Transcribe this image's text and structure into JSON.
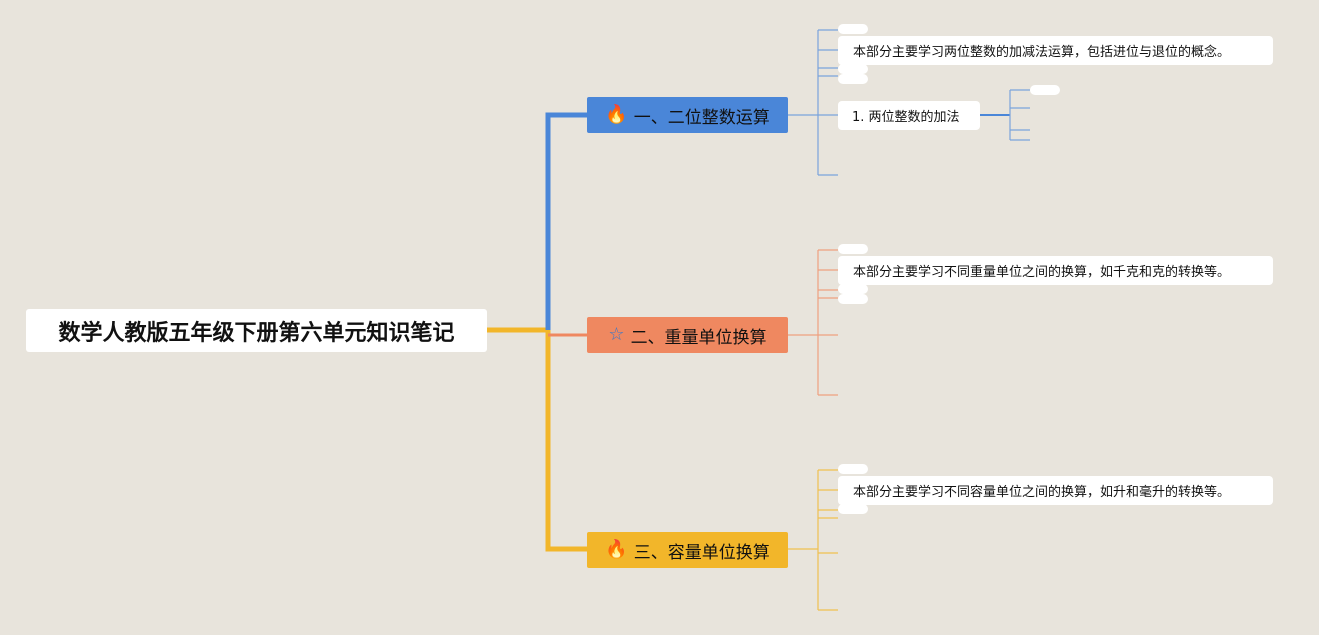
{
  "root": {
    "title": "数学人教版五年级下册第六单元知识笔记"
  },
  "branches": [
    {
      "label": "一、二位整数运算",
      "icon": "🔥",
      "icon_name": "fire-icon",
      "color": "#4a86d8",
      "note": "本部分主要学习两位整数的加减法运算，包括进位与退位的概念。",
      "sub": "1. 两位整数的加法"
    },
    {
      "label": "二、重量单位换算",
      "icon": "☆",
      "icon_name": "star-icon",
      "color": "#ef8860",
      "note": "本部分主要学习不同重量单位之间的换算，如千克和克的转换等。"
    },
    {
      "label": "三、容量单位换算",
      "icon": "🔥",
      "icon_name": "fire-icon",
      "color": "#f2b62a",
      "note": "本部分主要学习不同容量单位之间的换算，如升和毫升的转换等。"
    }
  ],
  "colors": {
    "background": "#e8e4dc",
    "root_connector": "#f2b62a"
  }
}
